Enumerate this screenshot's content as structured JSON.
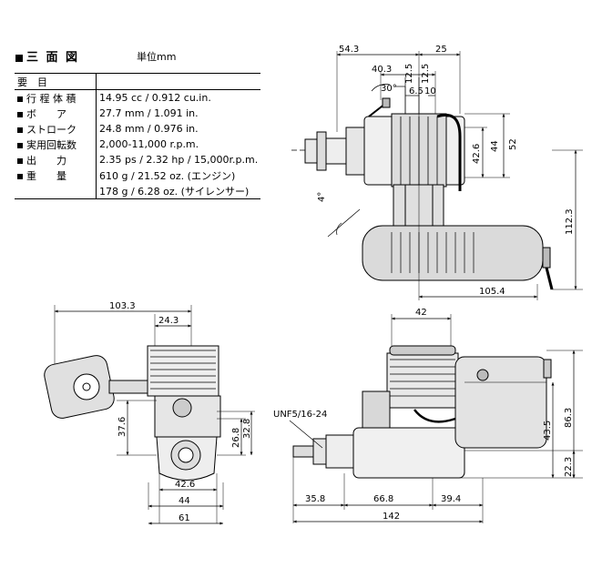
{
  "title": "三 面 図",
  "unit": "単位mm",
  "spec": {
    "header": "要　目",
    "rows": [
      {
        "label": "行 程 体 積",
        "value": "14.95 cc / 0.912 cu.in."
      },
      {
        "label": "ボ　　ア",
        "value": "27.7 mm / 1.091 in."
      },
      {
        "label": "ストローク",
        "value": "24.8 mm / 0.976 in."
      },
      {
        "label": "実用回転数",
        "value": "2,000-11,000 r.p.m."
      },
      {
        "label": "出　　力",
        "value": "2.35 ps / 2.32 hp / 15,000r.p.m."
      },
      {
        "label": "重　　量",
        "value": "610 g / 21.52 oz. (エンジン)"
      },
      {
        "label": "",
        "value": "178 g / 6.28 oz. (サイレンサー)"
      }
    ]
  },
  "dims": {
    "top": {
      "d54_3": "54.3",
      "d25": "25",
      "d40_3": "40.3",
      "d12_5a": "12.5",
      "d12_5b": "12.5",
      "d30deg": "30°",
      "d6_5": "6.5",
      "d10": "10",
      "d42_6": "42.6",
      "d44": "44",
      "d52": "52",
      "d4deg": "4°",
      "d112_3": "112.3",
      "d105_4": "105.4"
    },
    "front": {
      "d103_3": "103.3",
      "d24_3": "24.3",
      "d37_6": "37.6",
      "d26_8": "26.8",
      "d32_8": "32.8",
      "d42_6": "42.6",
      "d44": "44",
      "d61": "61"
    },
    "side": {
      "d42": "42",
      "unf": "UNF5/16-24",
      "d86_3": "86.3",
      "d43_5": "43.5",
      "d22_3": "22.3",
      "d35_8": "35.8",
      "d66_8": "66.8",
      "d39_4": "39.4",
      "d142": "142"
    }
  }
}
